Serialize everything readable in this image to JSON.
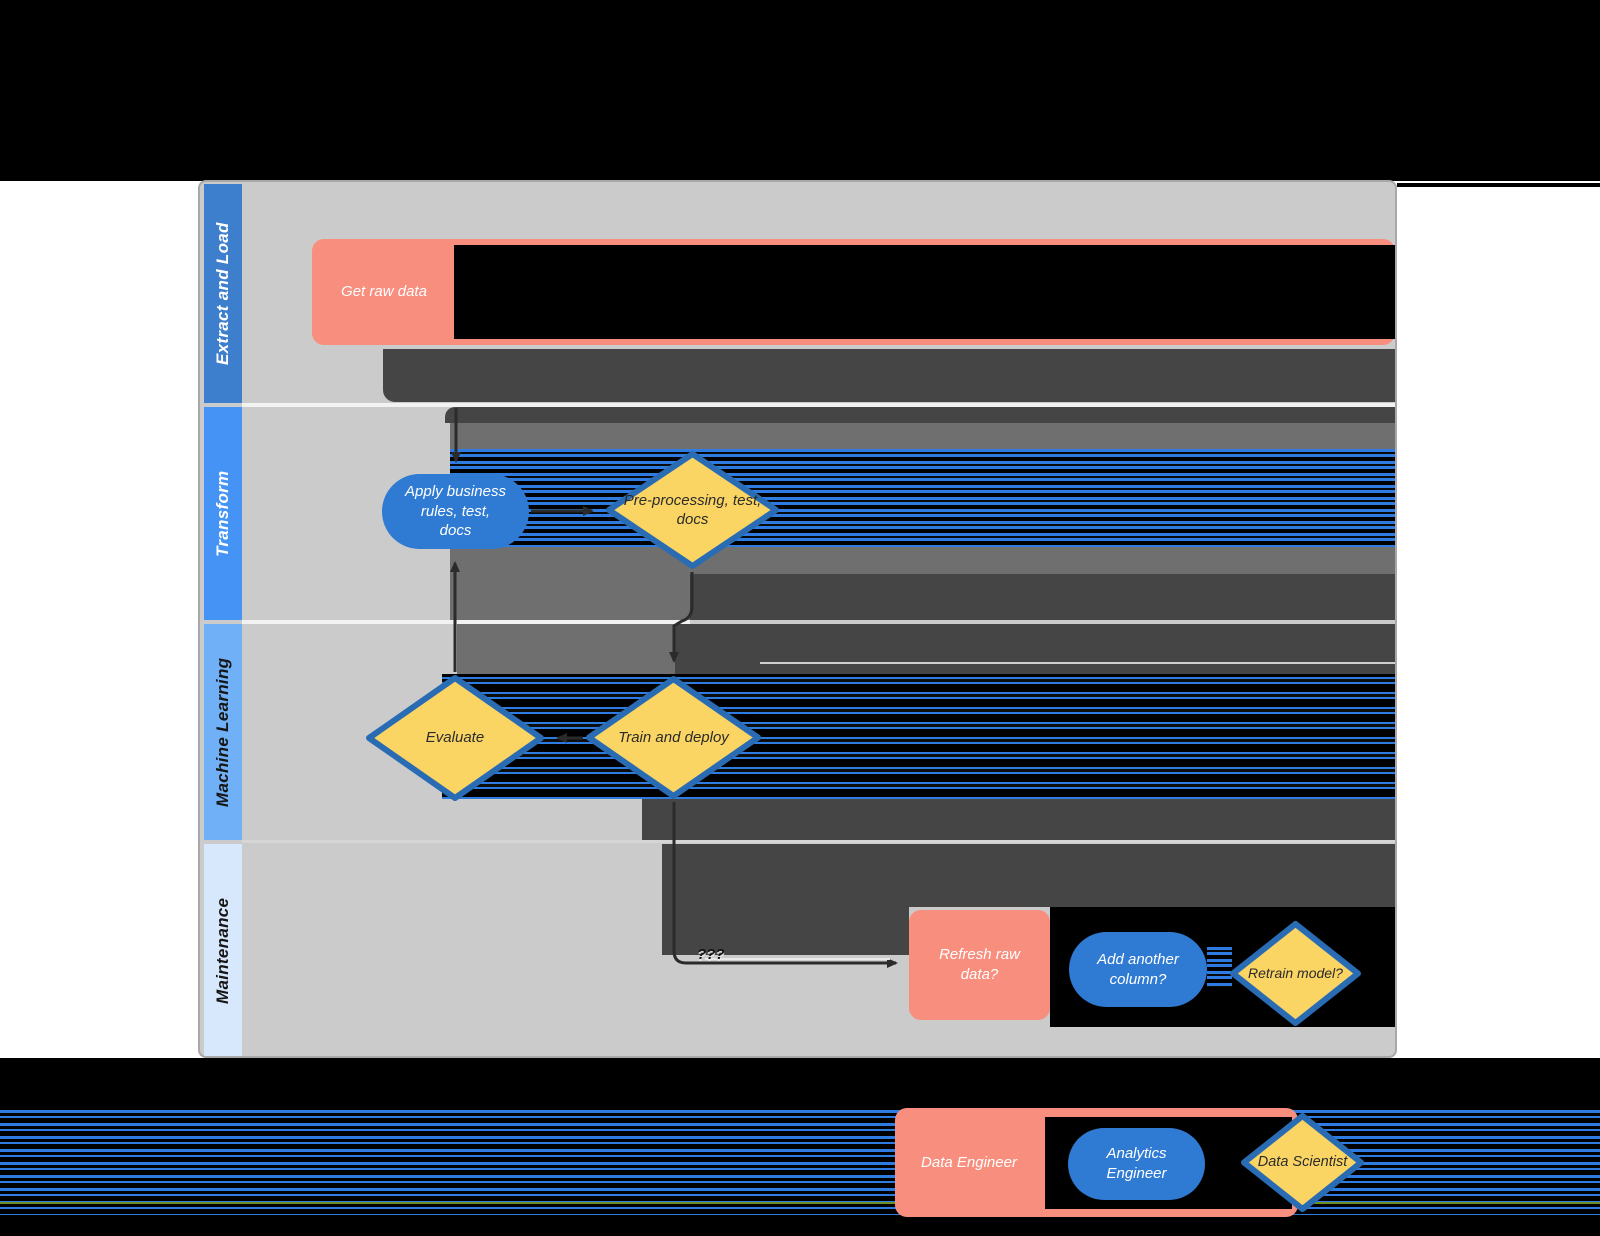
{
  "diagram": {
    "lanes": [
      {
        "label": "Extract and Load"
      },
      {
        "label": "Transform"
      },
      {
        "label": "Machine Learning"
      },
      {
        "label": "Maintenance"
      }
    ],
    "nodes": {
      "get_raw_data": {
        "label": "Get raw data",
        "shape": "rounded-rectangle"
      },
      "apply_business_rules": {
        "label": "Apply business rules, test, docs",
        "shape": "stadium"
      },
      "pre_processing": {
        "label": "Pre-processing, test, docs",
        "shape": "diamond"
      },
      "evaluate": {
        "label": "Evaluate",
        "shape": "diamond"
      },
      "train_and_deploy": {
        "label": "Train and deploy",
        "shape": "diamond"
      },
      "refresh_raw_data": {
        "label": "Refresh raw data?",
        "shape": "rounded-rectangle"
      },
      "add_another_column": {
        "label": "Add another column?",
        "shape": "stadium"
      },
      "retrain_model": {
        "label": "Retrain model?",
        "shape": "diamond"
      }
    },
    "connectors": {
      "maintenance_loop_label": "???"
    }
  },
  "legend": {
    "data_engineer": {
      "label": "Data Engineer",
      "shape": "rounded-rectangle"
    },
    "analytics_engineer": {
      "label": "Analytics Engineer",
      "shape": "stadium"
    },
    "data_scientist": {
      "label": "Data Scientist",
      "shape": "diamond"
    }
  },
  "colors": {
    "lane_body": "#cbcbcb",
    "header_extract": "#3E7FCD",
    "header_transform": "#4493F5",
    "header_ml": "#6FB0F6",
    "header_maintenance": "#D8E8FC",
    "node_salmon": "#F88E7E",
    "node_blue": "#2F7AD2",
    "diamond_fill": "#FAD564",
    "diamond_border": "#2A6CB4",
    "glitch_charcoal": "#454545",
    "glitch_gray": "#6F6F6F",
    "glitch_blue_stripe": "#2E7CE2",
    "background_top_bottom": "#000000"
  }
}
